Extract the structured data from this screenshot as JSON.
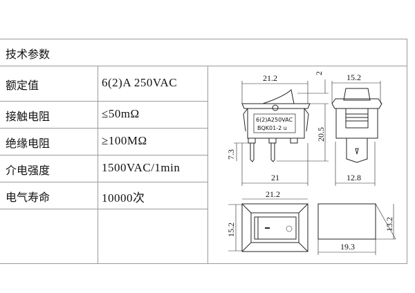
{
  "title": "技术参数",
  "rows": [
    {
      "label": "额定值",
      "value": "6(2)A 250VAC"
    },
    {
      "label": "接触电阻",
      "value": "≤50mΩ"
    },
    {
      "label": "绝缘电阻",
      "value": "≥100MΩ"
    },
    {
      "label": "介电强度",
      "value": "1500VAC/1min"
    },
    {
      "label": "电气寿命",
      "value": "10000次"
    }
  ],
  "drawing": {
    "marking_line1": "6(2)A250VAC",
    "marking_line2": "BQK01-2 u",
    "dims": {
      "front_width_top": "21.2",
      "rocker_height": "2",
      "side_width_top": "15.2",
      "body_height": "20.5",
      "pin_length": "7.3",
      "front_width_bottom": "21",
      "side_width_bottom": "12.8",
      "top_view_width": "21.2",
      "top_view_height": "15.2",
      "cutout_height": "13.2",
      "cutout_width": "19.3"
    }
  }
}
